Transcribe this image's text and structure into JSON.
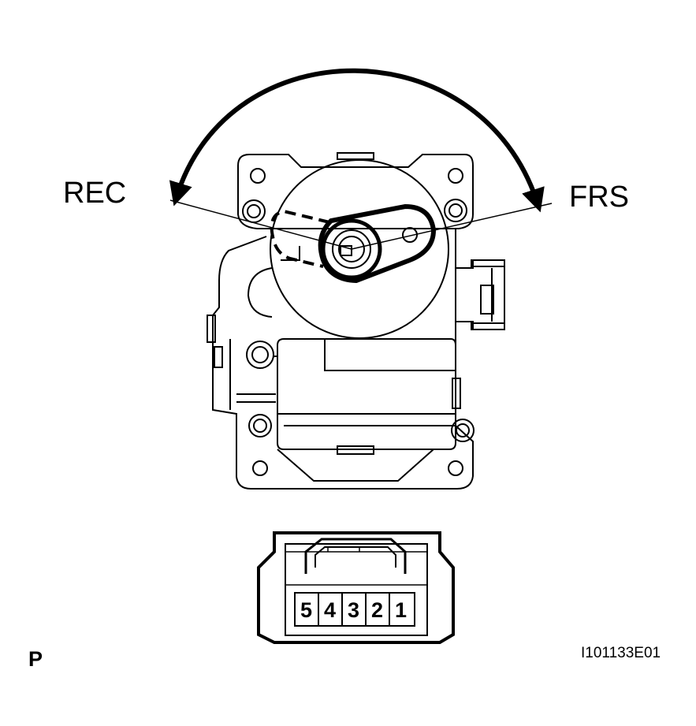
{
  "labels": {
    "left_position": "REC",
    "right_position": "FRS",
    "page_marker": "P",
    "figure_code": "I101133E01"
  },
  "connector": {
    "pins": [
      "5",
      "4",
      "3",
      "2",
      "1"
    ]
  },
  "colors": {
    "line": "#000000",
    "background": "#ffffff"
  }
}
